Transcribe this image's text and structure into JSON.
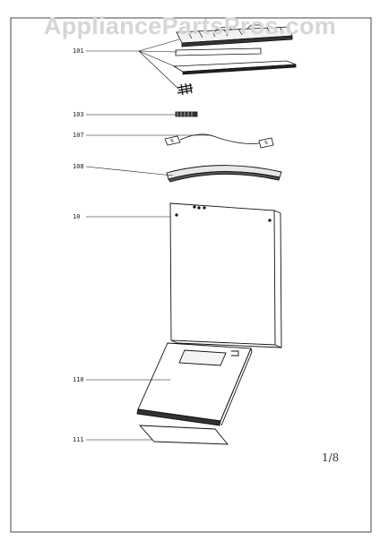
{
  "watermark": {
    "text": "AppliancePartsPros.com"
  },
  "callouts": [
    {
      "id": "c101",
      "label": "101"
    },
    {
      "id": "c103",
      "label": "103"
    },
    {
      "id": "c107",
      "label": "107"
    },
    {
      "id": "c108",
      "label": "108"
    },
    {
      "id": "c10",
      "label": "10"
    },
    {
      "id": "c110",
      "label": "110"
    },
    {
      "id": "c111",
      "label": "111"
    }
  ],
  "page": {
    "number": "1/8"
  },
  "colors": {
    "line": "#111111",
    "frame": "#333333",
    "watermark": "#d6d6d6"
  }
}
